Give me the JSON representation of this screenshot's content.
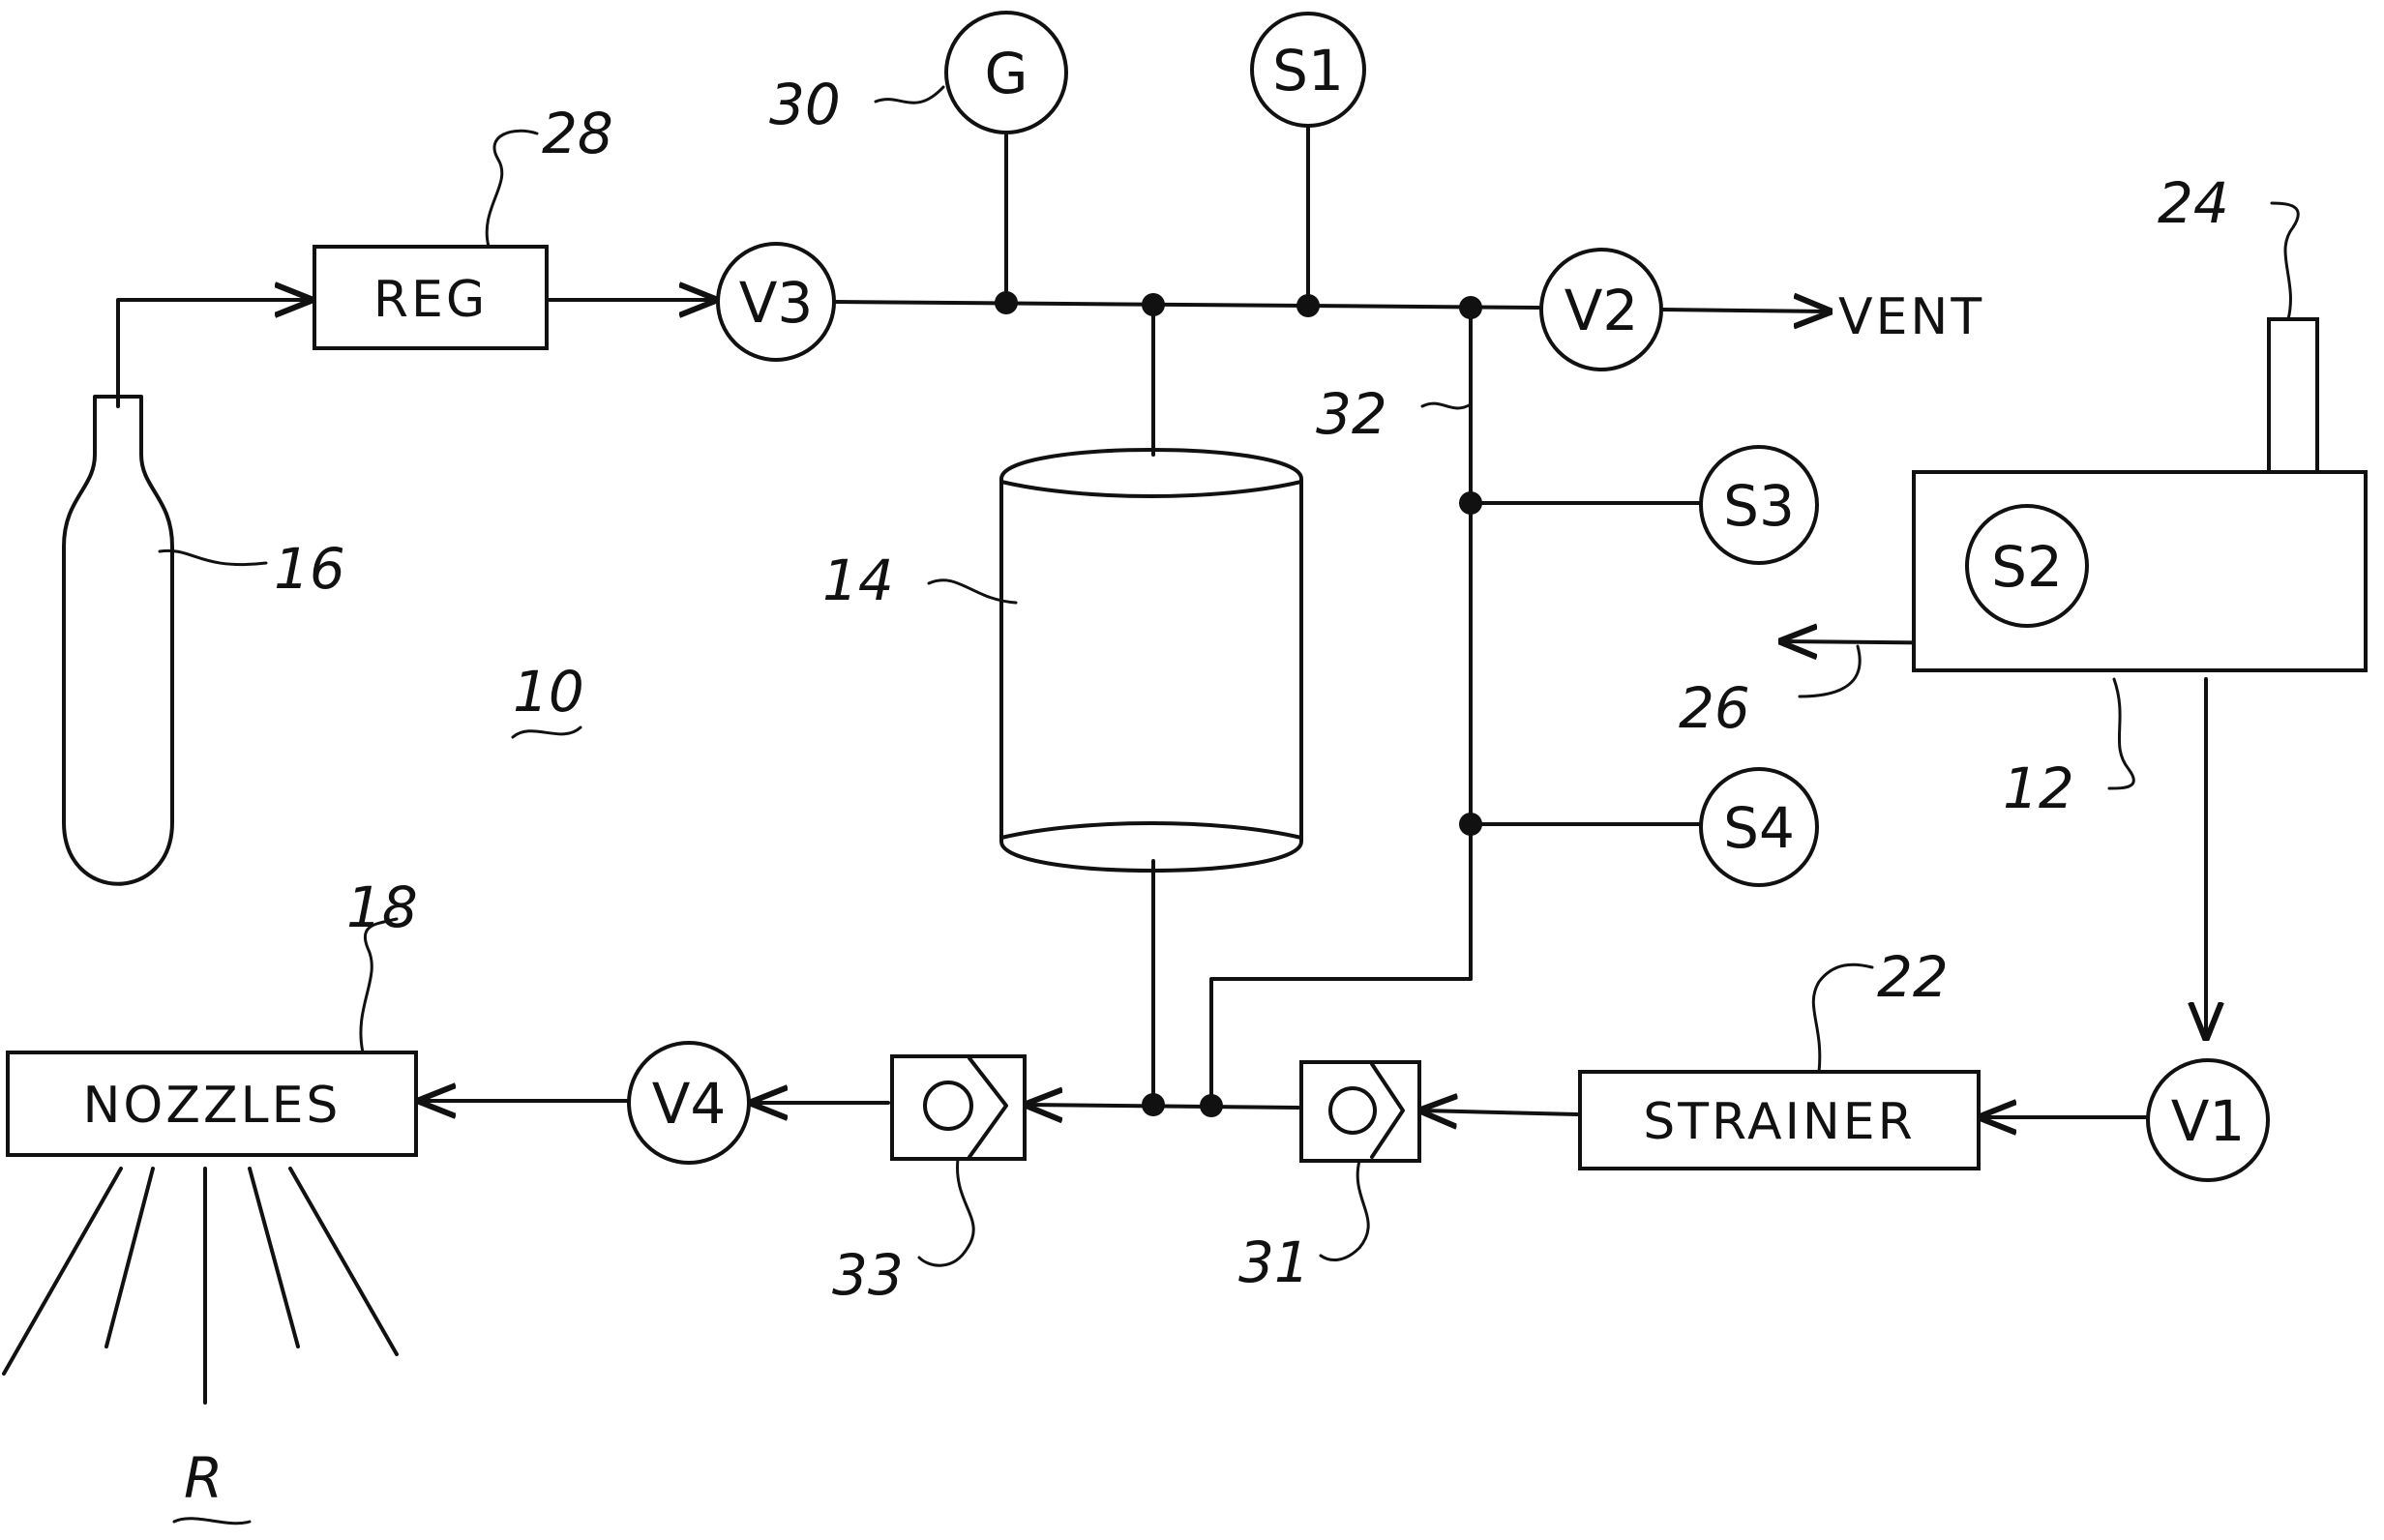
{
  "symbols": {
    "gauge": "G",
    "s1": "S1",
    "s2": "S2",
    "s3": "S3",
    "s4": "S4",
    "v1": "V1",
    "v2": "V2",
    "v3": "V3",
    "v4": "V4"
  },
  "boxes": {
    "reg": "REG",
    "strainer": "STRAINER",
    "nozzles": "NOZZLES"
  },
  "labels": {
    "vent": "VENT"
  },
  "refs": {
    "r10": "10",
    "r12": "12",
    "r14": "14",
    "r16": "16",
    "r18": "18",
    "r22": "22",
    "r24": "24",
    "r26": "26",
    "r28": "28",
    "r30": "30",
    "r31": "31",
    "r32": "32",
    "r33": "33",
    "rR": "R"
  }
}
